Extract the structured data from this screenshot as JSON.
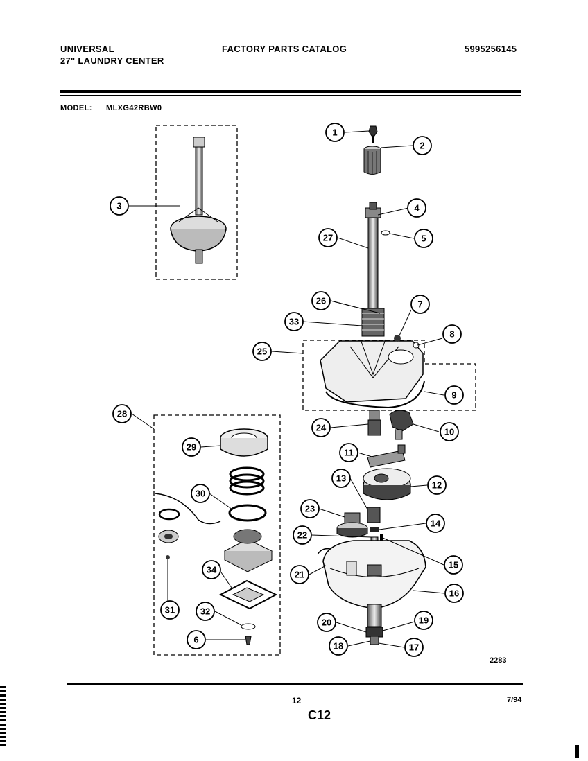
{
  "header": {
    "brand_line1": "UNIVERSAL",
    "brand_line2": "27\" LAUNDRY CENTER",
    "catalog_title": "FACTORY PARTS CATALOG",
    "catalog_number": "5995256145"
  },
  "model": {
    "label": "MODEL:",
    "value": "MLXG42RBW0"
  },
  "diagram": {
    "callouts": [
      "1",
      "2",
      "3",
      "4",
      "5",
      "27",
      "26",
      "33",
      "7",
      "8",
      "25",
      "9",
      "24",
      "10",
      "11",
      "28",
      "29",
      "30",
      "31",
      "32",
      "6",
      "13",
      "12",
      "23",
      "14",
      "22",
      "15",
      "21",
      "16",
      "34",
      "20",
      "19",
      "18",
      "17"
    ],
    "drawing_number": "2283"
  },
  "footer": {
    "page_number": "12",
    "section_code": "C12",
    "date": "7/94"
  }
}
